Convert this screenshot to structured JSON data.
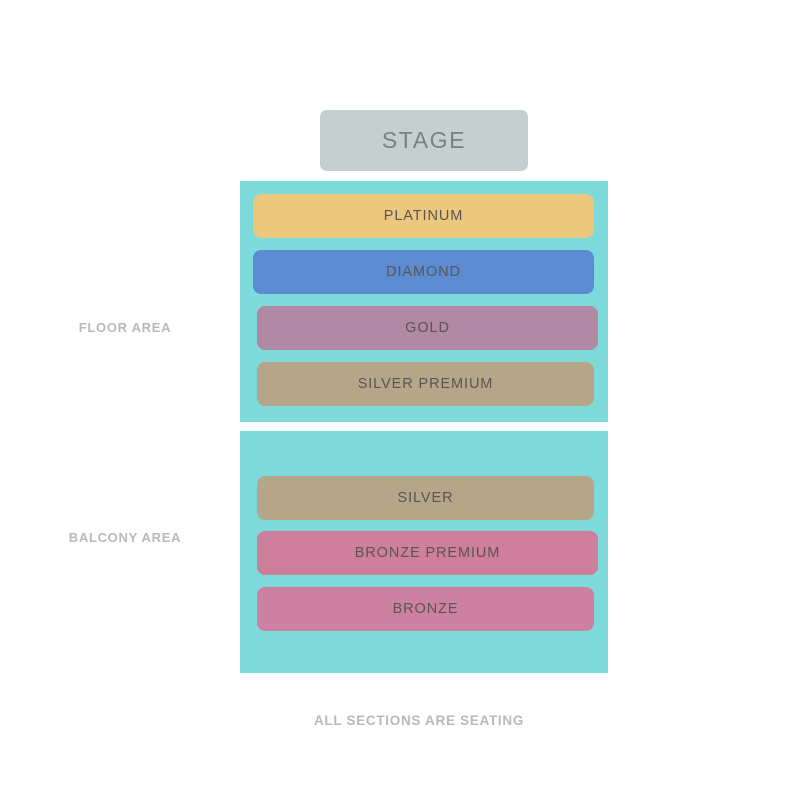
{
  "map": {
    "stage": {
      "label": "STAGE",
      "color": "#c3d0cf",
      "text_color": "#7a8281"
    },
    "areas": [
      {
        "id": "floor",
        "name": "FLOOR AREA",
        "background": "#7ed9da",
        "sections": [
          {
            "id": "platinum",
            "label": "PLATINUM",
            "color": "#ebc87e"
          },
          {
            "id": "diamond",
            "label": "DIAMOND",
            "color": "#5b8bd0"
          },
          {
            "id": "gold",
            "label": "GOLD",
            "color": "#b189a5"
          },
          {
            "id": "silver-premium",
            "label": "SILVER PREMIUM",
            "color": "#b5a68a"
          }
        ]
      },
      {
        "id": "balcony",
        "name": "BALCONY AREA",
        "background": "#7ed9da",
        "sections": [
          {
            "id": "silver",
            "label": "SILVER",
            "color": "#b5a68a"
          },
          {
            "id": "bronze-premium",
            "label": "BRONZE PREMIUM",
            "color": "#cd7f9c"
          },
          {
            "id": "bronze",
            "label": "BRONZE",
            "color": "#cd81a0"
          }
        ]
      }
    ],
    "footer_note": "ALL SECTIONS ARE SEATING",
    "label_color": "#b9b9b9",
    "section_text_color": "#5c5452"
  }
}
